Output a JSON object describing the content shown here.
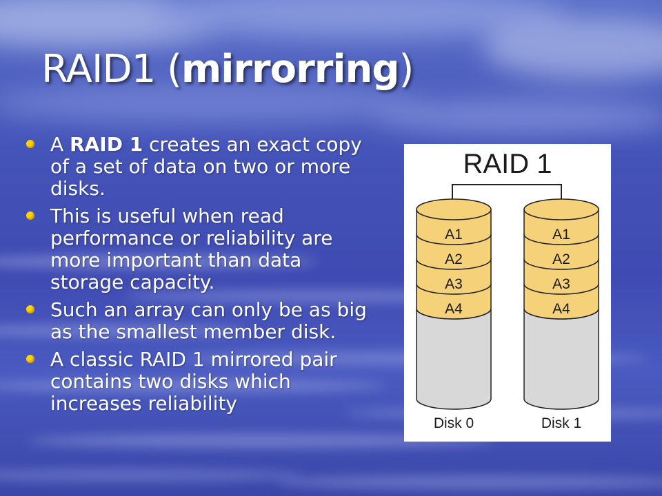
{
  "slide": {
    "title_plain": "RAID1 (",
    "title_bold": "mirrorring",
    "title_close": ")",
    "colors": {
      "bullet": "#ffd200",
      "text": "#ffffff",
      "background": "#4352b8"
    }
  },
  "bullets": [
    {
      "before": "A ",
      "bold": "RAID 1",
      "after": " creates an exact copy of a set of data on two or more disks."
    },
    {
      "before": "This is useful when read performance or reliability are more important than data storage capacity.",
      "bold": "",
      "after": ""
    },
    {
      "before": "Such an array can only be as big as the smallest member disk.",
      "bold": "",
      "after": ""
    },
    {
      "before": "A classic RAID 1 mirrored pair contains two disks which increases reliability",
      "bold": "",
      "after": ""
    }
  ],
  "diagram": {
    "title": "RAID 1",
    "colors": {
      "block": "#f5d27a",
      "empty": "#d8d8d8",
      "stroke": "#222222"
    },
    "disks": [
      {
        "label": "Disk 0",
        "blocks": [
          "A1",
          "A2",
          "A3",
          "A4"
        ]
      },
      {
        "label": "Disk 1",
        "blocks": [
          "A1",
          "A2",
          "A3",
          "A4"
        ]
      }
    ]
  }
}
